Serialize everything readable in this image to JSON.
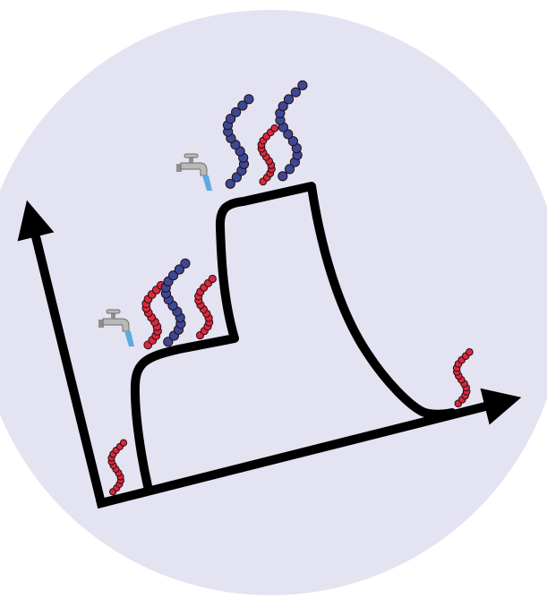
{
  "colors": {
    "page_background": "#ffffff",
    "circle_fill": "#e4e3f1",
    "axis_stroke": "#000000",
    "curve_stroke": "#000000",
    "red_polymer": "#d62a3f",
    "blue_polymer": "#3a4996",
    "bead_outline": "#2a0a10",
    "faucet_body": "#b9b9b9",
    "water": "#5da9e0"
  },
  "icons": {
    "faucet": "faucet-icon",
    "red_polymer": "red-polymer-chain-icon",
    "blue_polymer": "blue-polymer-chain-icon"
  },
  "diagram": {
    "stages": [
      {
        "step": 1,
        "faucet": false,
        "chains": [
          "red"
        ]
      },
      {
        "step": 2,
        "faucet": true,
        "chains": [
          "red",
          "blue",
          "red"
        ]
      },
      {
        "step": 3,
        "faucet": true,
        "chains": [
          "blue",
          "red",
          "blue"
        ]
      },
      {
        "step": 4,
        "faucet": false,
        "chains": [
          "red"
        ]
      }
    ]
  }
}
